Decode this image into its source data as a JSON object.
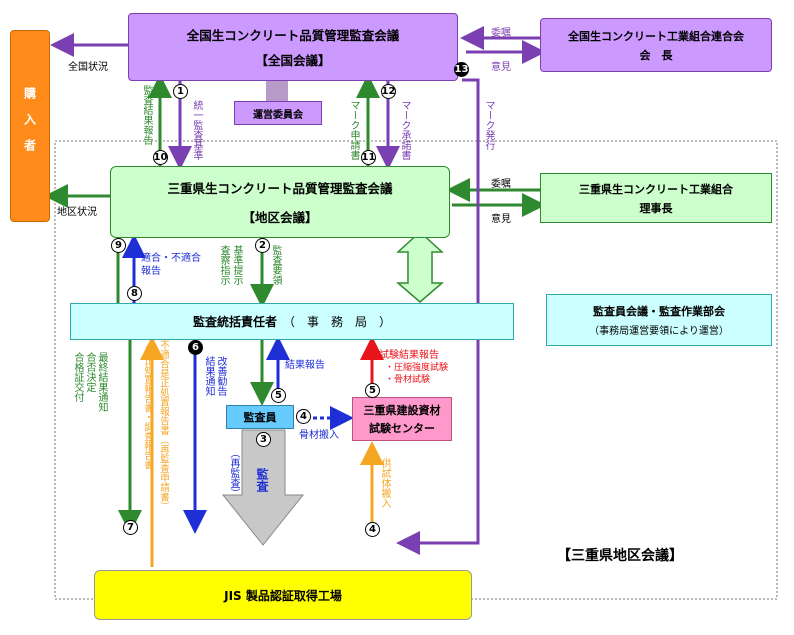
{
  "national_council": {
    "title": "全国生コンクリート品質管理監査会議",
    "subtitle": "【全国会議】"
  },
  "steering_committee": "運営委員会",
  "national_federation": {
    "line1": "全国生コンクリート工業組合連合会",
    "line2": "会　長"
  },
  "purchaser": "購入者",
  "regional_council": {
    "title": "三重県生コンクリート品質管理監査会議",
    "subtitle": "【地区会議】"
  },
  "mie_union": {
    "line1": "三重県生コンクリート工業組合",
    "line2": "理事長"
  },
  "supervisor_bar": {
    "title": "監査統括責任者",
    "office": "（　事　務　局　）"
  },
  "auditor_meeting": {
    "line1": "監査員会議・監査作業部会",
    "line2": "（事務局運営要領により運営）"
  },
  "auditor": "監査員",
  "test_center": {
    "line1": "三重県建設資材",
    "line2": "試験センター"
  },
  "jis_factory": "JIS 製品認証取得工場",
  "region_label": "【三重県地区会議】",
  "labels": {
    "national_status": "全国状況",
    "region_status": "地区状況",
    "commission_top": "委嘱",
    "opinion_top": "意見",
    "commission_mid": "委嘱",
    "opinion_mid": "意見",
    "audit_report_up": "監査結果報告",
    "unified_standard": "統一監査基準",
    "mark_application": "マーク申請書",
    "mark_approval": "マーク承諾書",
    "mark_issue": "マーク発行",
    "conform_report": "適合・不適合報告",
    "instructions_list": [
      "監査要領",
      "基準提示",
      "査察指示"
    ],
    "final_notice": [
      "最終結果通知",
      "合否決定",
      "合格証交付"
    ],
    "nonconform_report": [
      "不適合是正処置報告書（再監査申請書）",
      "是正処置報告書・調査報告書"
    ],
    "improvement": [
      "改善勧告",
      "結果通知"
    ],
    "result_report": "結果報告",
    "test_report": "試験結果報告",
    "test_items": [
      "・圧縮強度試験",
      "・骨材試験"
    ],
    "aggregate_delivery": "骨材搬入",
    "specimen_delivery": "供試体搬入",
    "reaudit": "（再監査）",
    "audit_arrow": "監査"
  },
  "steps": {
    "s1": "1",
    "s2": "2",
    "s3": "3",
    "s4a": "4",
    "s4b": "4",
    "s5a": "5",
    "s5b": "5",
    "s6": "6",
    "s7": "7",
    "s8": "8",
    "s9": "9",
    "s10": "10",
    "s11": "11",
    "s12": "12",
    "s13": "13"
  },
  "colors": {
    "purple": "#7a3fb0",
    "green": "#2f8a2f",
    "blue": "#1f2fd6",
    "orange": "#f5a623",
    "red": "#e8141b"
  }
}
